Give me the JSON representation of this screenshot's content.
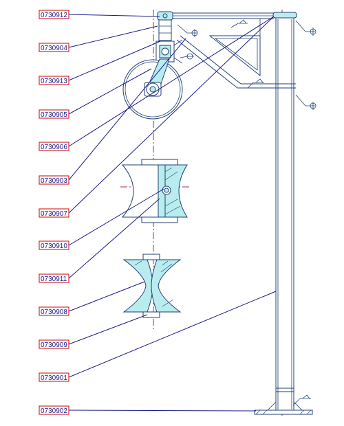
{
  "part_labels": [
    "0730912",
    "0730904",
    "0730913",
    "0730905",
    "0730906",
    "0730903",
    "0730907",
    "0730910",
    "0730911",
    "0730908",
    "0730909",
    "0730901",
    "0730902"
  ],
  "colors": {
    "label_border": "#cc0000",
    "label_text": "#1a1a8c",
    "part_fill": "#b9ecef",
    "outline": "#1f3f6f",
    "centerline": "#a0206a"
  }
}
